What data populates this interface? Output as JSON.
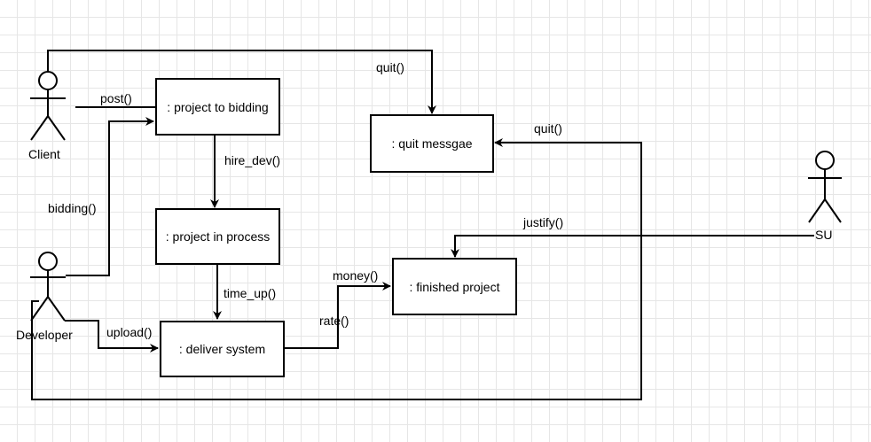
{
  "nodes": {
    "project_to_bidding": ": project to bidding",
    "quit_message": ": quit messgae",
    "project_in_process": ": project in process",
    "finished_project": ": finished project",
    "deliver_system": ": deliver system"
  },
  "actors": {
    "client": "Client",
    "developer": "Developer",
    "su": "SU"
  },
  "messages": {
    "post": "post()",
    "quit_client": "quit()",
    "quit_developer": "quit()",
    "hire_dev": "hire_dev()",
    "bidding": "bidding()",
    "justify": "justify()",
    "money": "money()",
    "time_up": "time_up()",
    "rate": "rate()",
    "upload": "upload()"
  }
}
